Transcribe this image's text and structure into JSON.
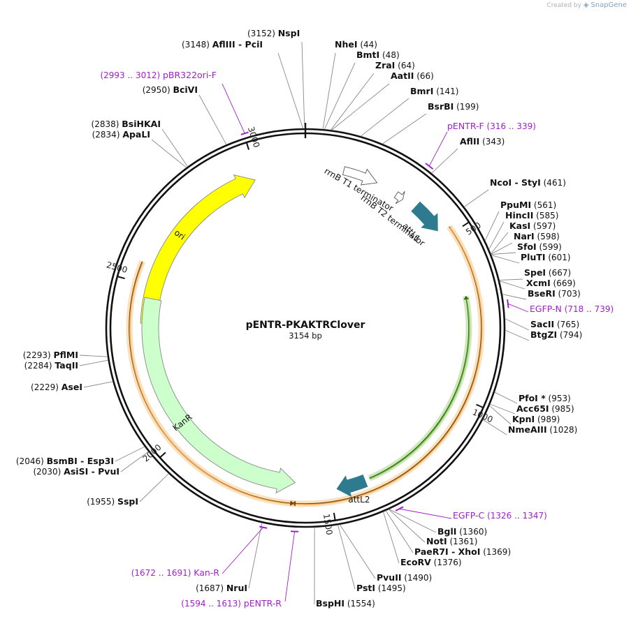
{
  "credit": {
    "prefix": "Created by",
    "brand": "SnapGene"
  },
  "map": {
    "name": "pENTR-PKAKTRClover",
    "length_label": "3154 bp",
    "length": 3154,
    "ticks": [
      {
        "pos": 500,
        "label": "500"
      },
      {
        "pos": 1000,
        "label": "1000"
      },
      {
        "pos": 1500,
        "label": "1500"
      },
      {
        "pos": 2000,
        "label": "2000"
      },
      {
        "pos": 2500,
        "label": "2500"
      },
      {
        "pos": 3000,
        "label": "3000"
      }
    ],
    "features": [
      {
        "name": "ori",
        "start": 2380,
        "end": 2990,
        "dir": 1,
        "color": "#ffff00",
        "label": "ori"
      },
      {
        "name": "kanr",
        "start": 1610,
        "end": 2460,
        "dir": -1,
        "color": "#ccffcc",
        "label": "KanR"
      },
      {
        "name": "rrnb-t1",
        "start": 120,
        "end": 230,
        "dir": 1,
        "color": "#ffffff",
        "label": "rrnB T1 terminator"
      },
      {
        "name": "rrnb-t2",
        "start": 300,
        "end": 325,
        "dir": 1,
        "color": "#ffffff",
        "label": "rrnB T2 terminator"
      },
      {
        "name": "attl1",
        "start": 370,
        "end": 470,
        "dir": 1,
        "color": "#2e7b8f",
        "label": "attL1"
      },
      {
        "name": "attl2",
        "start": 1390,
        "end": 1480,
        "dir": 1,
        "color": "#2e7b8f",
        "label": "attL2"
      }
    ],
    "orfs": [
      {
        "name": "orf-1",
        "start": 480,
        "end": 1615,
        "dir": 1,
        "color": "#f3a545"
      },
      {
        "name": "orf-2",
        "start": 1610,
        "end": 2560,
        "dir": -1,
        "color": "#f3a545"
      },
      {
        "name": "clover-orf",
        "start": 690,
        "end": 1375,
        "dir": -1,
        "color": "#77bb44"
      }
    ],
    "enzymes": [
      {
        "name": "NspI",
        "pos": "(3152)"
      },
      {
        "name": "AflIII",
        "name2": "PciI",
        "pos": "(3148)"
      },
      {
        "name": "NheI",
        "pos": "(44)"
      },
      {
        "name": "BmtI",
        "pos": "(48)"
      },
      {
        "name": "ZraI",
        "pos": "(64)"
      },
      {
        "name": "AatII",
        "pos": "(66)"
      },
      {
        "name": "BmrI",
        "pos": "(141)"
      },
      {
        "name": "BsrBI",
        "pos": "(199)"
      },
      {
        "name": "AflII",
        "pos": "(343)"
      },
      {
        "name": "NcoI",
        "name2": "StyI",
        "pos": "(461)"
      },
      {
        "name": "PpuMI",
        "pos": "(561)"
      },
      {
        "name": "HincII",
        "pos": "(585)"
      },
      {
        "name": "KasI",
        "pos": "(597)"
      },
      {
        "name": "NarI",
        "pos": "(598)"
      },
      {
        "name": "SfoI",
        "pos": "(599)"
      },
      {
        "name": "PluTI",
        "pos": "(601)"
      },
      {
        "name": "SpeI",
        "pos": "(667)"
      },
      {
        "name": "XcmI",
        "pos": "(669)"
      },
      {
        "name": "BseRI",
        "pos": "(703)"
      },
      {
        "name": "SacII",
        "pos": "(765)"
      },
      {
        "name": "BtgZI",
        "pos": "(794)"
      },
      {
        "name": "PfoI *",
        "pos": "(953)"
      },
      {
        "name": "Acc65I",
        "pos": "(985)"
      },
      {
        "name": "KpnI",
        "pos": "(989)"
      },
      {
        "name": "NmeAIII",
        "pos": "(1028)"
      },
      {
        "name": "BglI",
        "pos": "(1360)"
      },
      {
        "name": "NotI",
        "pos": "(1361)"
      },
      {
        "name": "PaeR7I",
        "name2": "XhoI",
        "pos": "(1369)"
      },
      {
        "name": "EcoRV",
        "pos": "(1376)"
      },
      {
        "name": "PvuII",
        "pos": "(1490)"
      },
      {
        "name": "PstI",
        "pos": "(1495)"
      },
      {
        "name": "BspHI",
        "pos": "(1554)"
      },
      {
        "name": "NruI",
        "pos": "(1687)"
      },
      {
        "name": "SspI",
        "pos": "(1955)"
      },
      {
        "name": "AsiSI",
        "name2": "PvuI",
        "pos": "(2030)"
      },
      {
        "name": "BsmBI",
        "name2": "Esp3I",
        "pos": "(2046)"
      },
      {
        "name": "AseI",
        "pos": "(2229)"
      },
      {
        "name": "TaqII",
        "pos": "(2284)"
      },
      {
        "name": "PflMI",
        "pos": "(2293)"
      },
      {
        "name": "ApaLI",
        "pos": "(2834)"
      },
      {
        "name": "BsiHKAI",
        "pos": "(2838)"
      },
      {
        "name": "BciVI",
        "pos": "(2950)"
      }
    ],
    "primers": [
      {
        "name": "pBR322ori-F",
        "pos": "(2993 .. 3012)"
      },
      {
        "name": "pENTR-F",
        "pos": "(316 .. 339)"
      },
      {
        "name": "EGFP-N",
        "pos": "(718 .. 739)"
      },
      {
        "name": "EGFP-C",
        "pos": "(1326 .. 1347)"
      },
      {
        "name": "Kan-R",
        "pos": "(1672 .. 1691)"
      },
      {
        "name": "pENTR-R",
        "pos": "(1594 .. 1613)"
      }
    ]
  }
}
